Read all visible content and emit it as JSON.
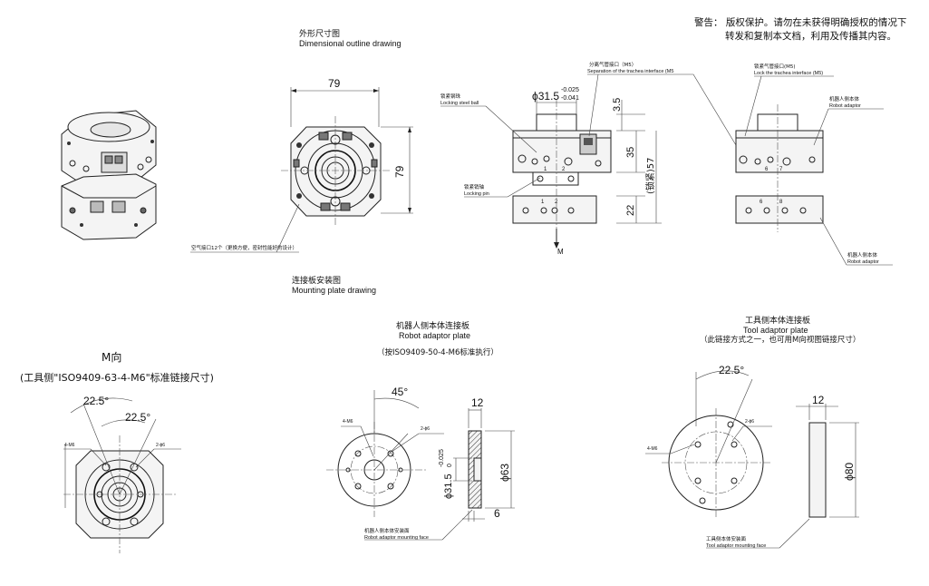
{
  "notice": {
    "line1": "警告： 版权保护。请勿在未获得明确授权的情况下",
    "line2": "转发和复制本文档，利用及传播其内容。"
  },
  "outline": {
    "title_cn": "外形尺寸图",
    "title_en": "Dimensional outline drawing",
    "dim_width": "79",
    "dim_height": "79",
    "air_ports_note": "空气接口12个（更换方便，密封性能好的设计）"
  },
  "side_view": {
    "lock_ball_cn": "锁紧钢珠",
    "lock_ball_en": "Locking steel ball",
    "lock_pin_cn": "锁紧销轴",
    "lock_pin_en": "Locking pin",
    "trachea_cn": "分离气管接口（M5）",
    "trachea_en": "Separation of the trachea interface (M5",
    "dia": "ϕ31.5",
    "tol_upper": "-0.025",
    "tol_lower": "-0.041",
    "dim_35": "3.5",
    "dim_35b": "35",
    "dim_57": "(锁紧)57",
    "dim_22": "22",
    "m_label": "M",
    "lock_trachea_cn": "锁紧气管接口(M5)",
    "lock_trachea_en": "Lock the trachea interface (M5)",
    "robot_body_cn": "机器人侧本体",
    "robot_body_en": "Robot adaptor",
    "robot_side_cn": "机器人侧本体",
    "robot_side_en": "Robot adaptor"
  },
  "mounting": {
    "title_cn": "连接板安装图",
    "title_en": "Mounting plate drawing"
  },
  "m_view": {
    "title": "M向",
    "subtitle": "(工具侧\"ISO9409-63-4-M6\"标准链接尺寸)",
    "angle1": "22.5°",
    "angle2": "22.5°",
    "hole_note": "4-M6",
    "pin_note": "2-ϕ6"
  },
  "robot_plate": {
    "title_cn": "机器人侧本体连接板",
    "title_en": "Robot adaptor plate",
    "note": "（按ISO9409-50-4-M6标准执行）",
    "angle": "45°",
    "dim_12": "12",
    "dia_63": "ϕ63",
    "dia_315": "ϕ31.5",
    "tol": "-0.025",
    "tol0": "0",
    "dim_6": "6",
    "hole_note": "4-M6",
    "pin_note": "2-ϕ6",
    "face_cn": "机器人侧本体安装面",
    "face_en": "Robot adaptor mounting face"
  },
  "tool_plate": {
    "title_cn": "工具侧本体连接板",
    "title_en": "Tool adaptor plate",
    "note": "（此链接方式之一，也可用M向视图链接尺寸）",
    "angle": "22.5°",
    "dim_12": "12",
    "dia_80": "ϕ80",
    "hole_note": "4-M6",
    "pin_note": "2-ϕ6",
    "face_cn": "工具侧本体安装面",
    "face_en": "Tool adaptor mounting face"
  }
}
